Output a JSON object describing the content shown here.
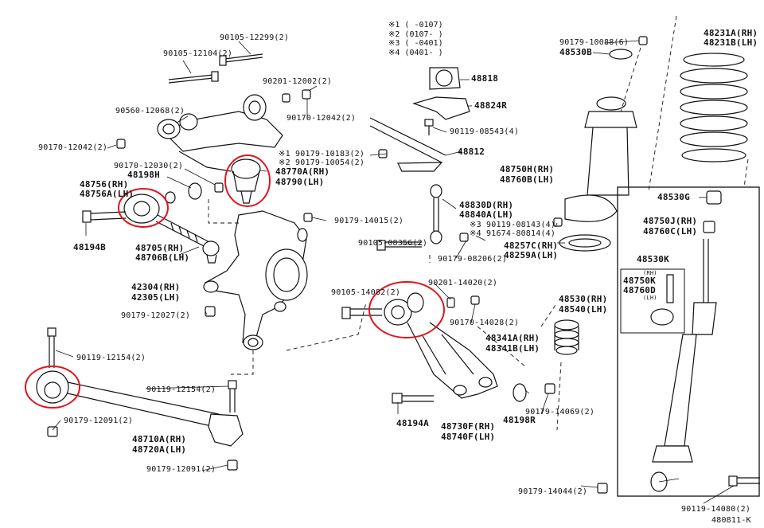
{
  "diagram": {
    "legend": [
      "※1 (      -0107)",
      "※2 (0107-      )",
      "※3 (      -0401)",
      "※4 (0401-      )"
    ],
    "figure_code": "480811-K",
    "labels": {
      "p1": "90105-12299(2)",
      "p2": "90105-12104(2)",
      "p3": "90201-12002(2)",
      "p4": "90560-12068(2)",
      "p5": "90170-12042(2)",
      "p6": "90170-12042(2)",
      "p7": "90170-12030(2)",
      "p8": "48198H",
      "p9": "48756(RH)",
      "p10": "48756A(LH)",
      "p11": "48194B",
      "p12": "48705(RH)",
      "p13": "48706B(LH)",
      "p14": "42304(RH)",
      "p15": "42305(LH)",
      "p16": "90179-12027(2)",
      "p17": "90119-12154(2)",
      "p18": "90119-12154(2)",
      "p19": "90179-12091(2)",
      "p20": "48710A(RH)",
      "p21": "48720A(LH)",
      "p22": "90179-12091(2)",
      "p23": "※1 90179-10183(2)",
      "p24": "※2 90179-10054(2)",
      "p25": "48770A(RH)",
      "p26": "48790(LH)",
      "p27": "90179-14015(2)",
      "p28": "48818",
      "p29": "48824R",
      "p30": "90119-08543(4)",
      "p31": "48812",
      "p32": "48830D(RH)",
      "p33": "48840A(LH)",
      "p34": "※3 90119-08143(4)",
      "p35": "※4 91674-80814(4)",
      "p36": "90105-08356(2)",
      "p37": "90179-08206(2)",
      "p38": "90105-14082(2)",
      "p39": "90201-14020(2)",
      "p40": "90170-14028(2)",
      "p41": "48341A(RH)",
      "p42": "48341B(LH)",
      "p43": "48194A",
      "p44": "48730F(RH)",
      "p45": "48740F(LH)",
      "p46": "48198R",
      "p47": "90179-14069(2)",
      "p48": "90179-14044(2)",
      "p49": "90179-10088(6)",
      "p50": "48530B",
      "p51": "48750H(RH)",
      "p52": "48760B(LH)",
      "p53": "48257C(RH)",
      "p54": "48259A(LH)",
      "p55": "48530(RH)",
      "p56": "48540(LH)",
      "p57": "48231A(RH)",
      "p58": "48231B(LH)",
      "p59": "48530G",
      "p60": "48750J(RH)",
      "p61": "48760C(LH)",
      "p62": "48530K",
      "p63": "48750K",
      "p64": "48760D",
      "p65": "(RH)",
      "p66": "(LH)",
      "p67": "90119-14080(2)"
    },
    "highlight_color": "#e0141e",
    "line_color": "#111111"
  }
}
